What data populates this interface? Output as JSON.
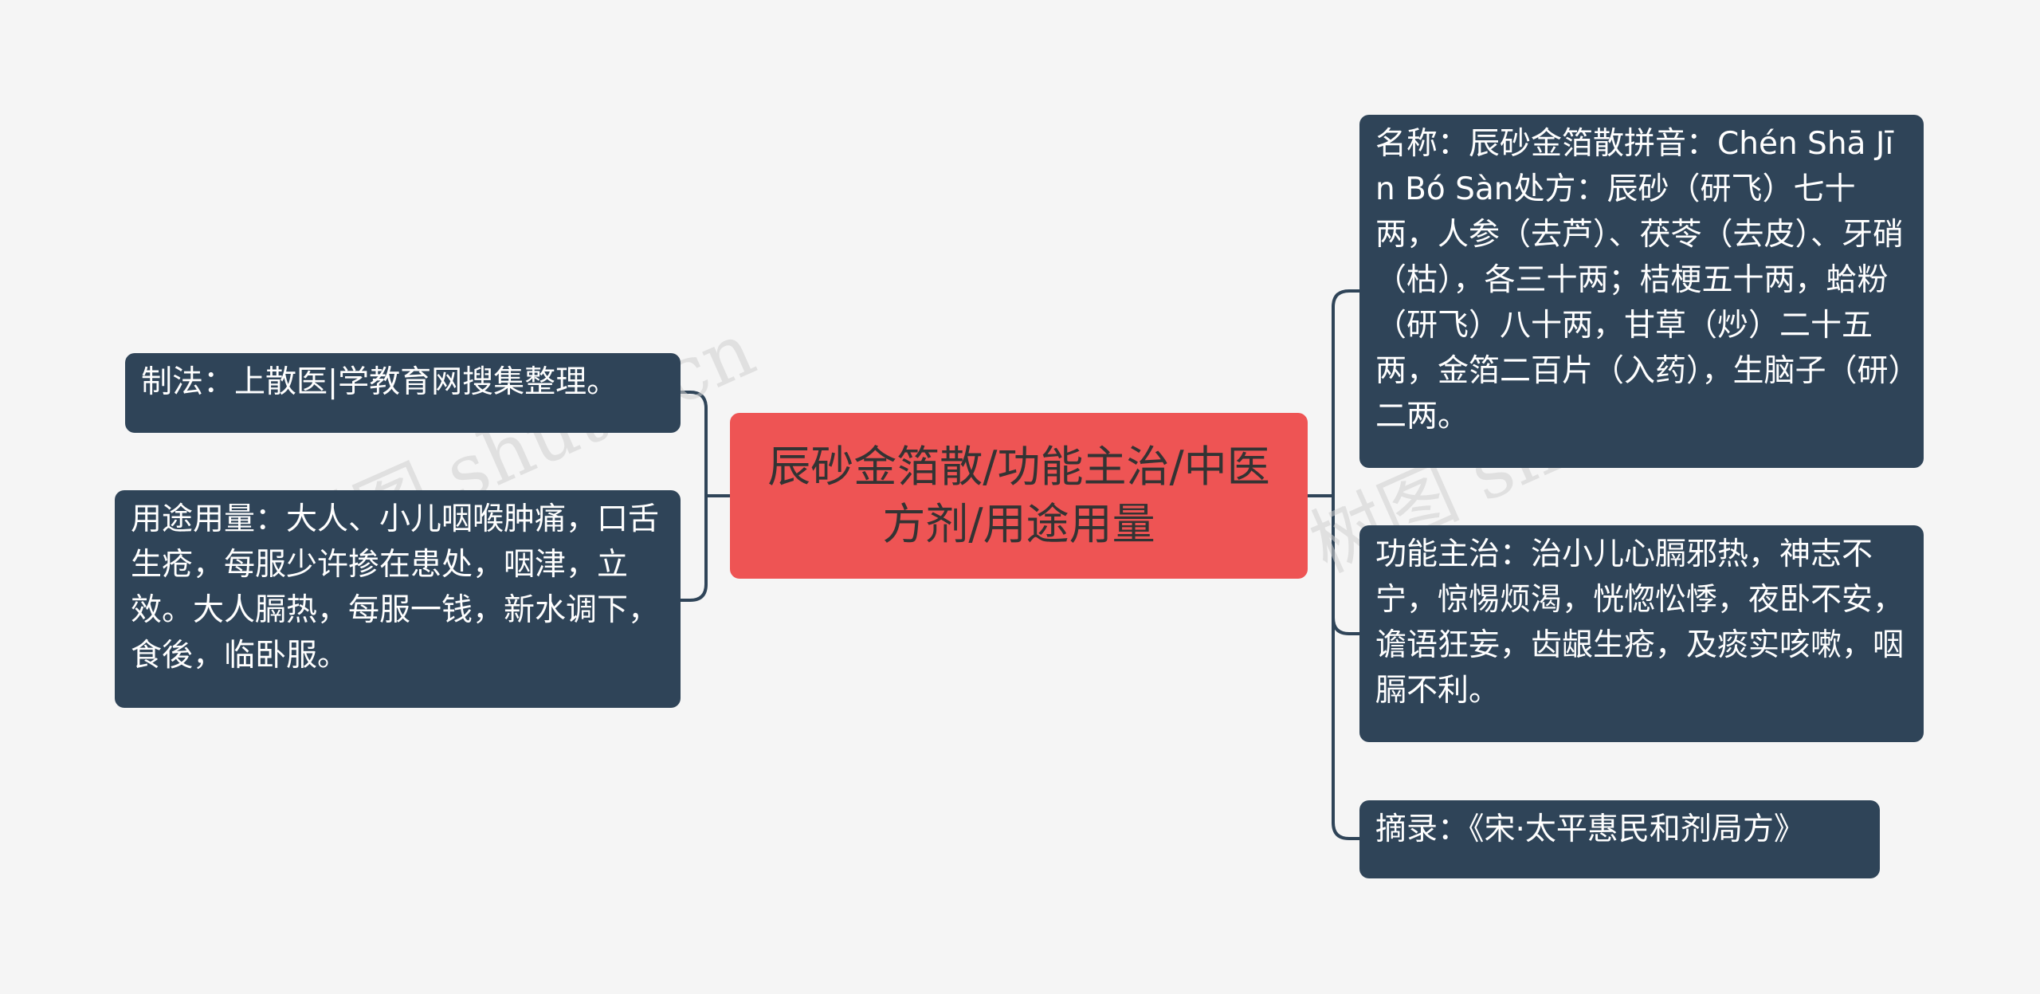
{
  "root": {
    "text": "辰砂金箔散/功能主治/中医方剂/用途用量"
  },
  "left_nodes": [
    {
      "text": "制法：上散医|学教育网搜集整理。"
    },
    {
      "text": "用途用量：大人、小儿咽喉肿痛，口舌生疮，每服少许掺在患处，咽津，立效。大人膈热，每服一钱，新水调下，食後，临卧服。"
    }
  ],
  "right_nodes": [
    {
      "text": "名称：辰砂金箔散拼音：Chén Shā Jīn Bó Sàn处方：辰砂（研飞）七十两，人参（去芦）、茯苓（去皮）、牙硝（枯），各三十两；桔梗五十两，蛤粉（研飞）八十两，甘草（炒）二十五两，金箔二百片（入药），生脑子（研）二两。"
    },
    {
      "text": "功能主治：治小儿心膈邪热，神志不宁，惊惕烦渴，恍惚忪悸，夜卧不安，谵语狂妄，齿龈生疮，及痰实咳嗽，咽膈不利。"
    },
    {
      "text": "摘录：《宋·太平惠民和剂局方》"
    }
  ],
  "watermarks": [
    {
      "text": "树图 shutu.cn"
    },
    {
      "text": "树图 shutu.cn"
    }
  ],
  "colors": {
    "background": "#f5f5f5",
    "root_fill": "#ee5454",
    "node_fill": "#2f4458",
    "connector": "#2f4458"
  }
}
